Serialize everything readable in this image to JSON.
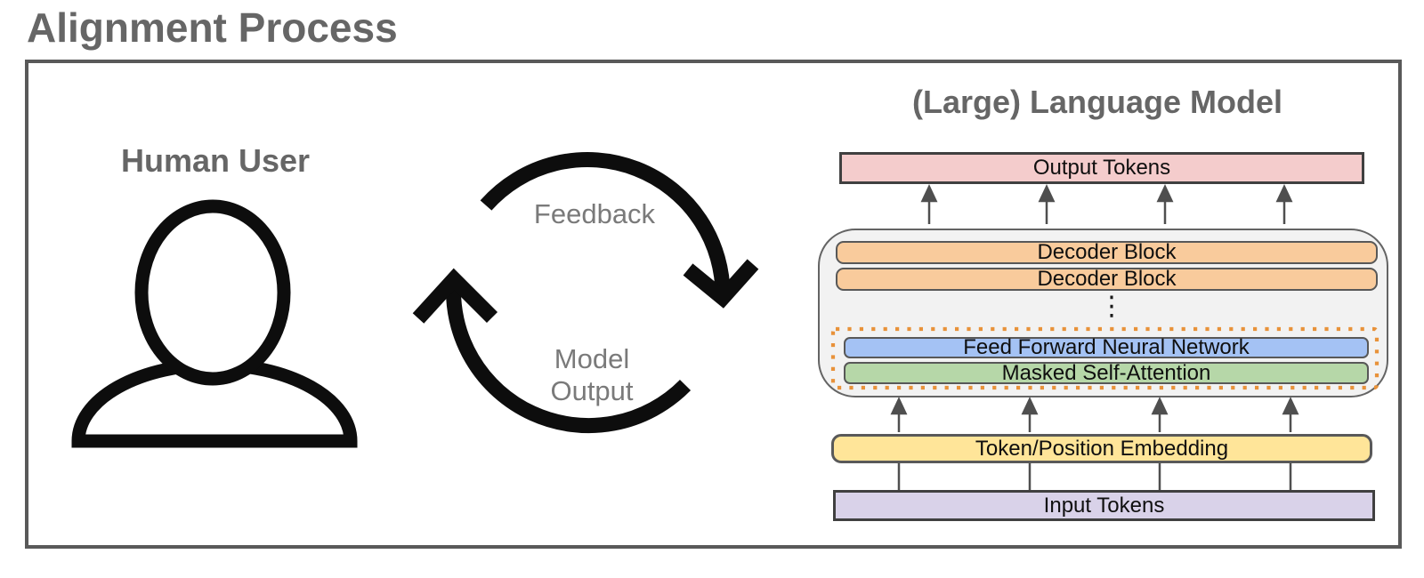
{
  "title": "Alignment Process",
  "human": {
    "label": "Human User"
  },
  "cycle": {
    "feedback_label": "Feedback",
    "model_output_line1": "Model",
    "model_output_line2": "Output"
  },
  "model": {
    "title": "(Large) Language Model",
    "output_tokens": "Output Tokens",
    "decoder_blocks": [
      "Decoder Block",
      "Decoder Block"
    ],
    "ellipsis": "⋮",
    "ffnn": "Feed Forward Neural Network",
    "masked_attention": "Masked Self-Attention",
    "embedding": "Token/Position Embedding",
    "input_tokens": "Input Tokens"
  },
  "colors": {
    "title_gray": "#666666",
    "cycle_label_gray": "#7a7a7a",
    "frame_border": "#595959",
    "icon_black": "#0d0d0d",
    "arrow_gray": "#4f4f4f",
    "container_bg": "#f2f2f2",
    "container_border": "#646464",
    "output_pink": "#f4cccc",
    "decoder_orange": "#f9cb9c",
    "ffnn_blue": "#a4c2f4",
    "masked_green": "#b6d7a8",
    "embedding_yellow": "#ffe599",
    "input_purple": "#d9d2e9",
    "dotted_outline_orange": "#e8923a",
    "dark_box_border": "#404040"
  }
}
